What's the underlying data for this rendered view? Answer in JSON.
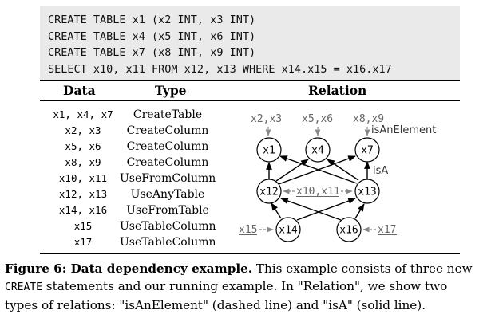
{
  "code": {
    "lines": [
      "CREATE TABLE x1 (x2 INT, x3 INT)",
      "CREATE TABLE x4 (x5 INT, x6 INT)",
      "CREATE TABLE x7 (x8 INT, x9 INT)",
      "SELECT x10, x11 FROM x12, x13 WHERE x14.x15 = x16.x17"
    ]
  },
  "table": {
    "headers": {
      "data": "Data",
      "type": "Type",
      "relation": "Relation"
    },
    "rows": [
      {
        "data": "x1, x4, x7",
        "type": "CreateTable"
      },
      {
        "data": "x2, x3",
        "type": "CreateColumn"
      },
      {
        "data": "x5, x6",
        "type": "CreateColumn"
      },
      {
        "data": "x8, x9",
        "type": "CreateColumn"
      },
      {
        "data": "x10, x11",
        "type": "UseFromColumn"
      },
      {
        "data": "x12, x13",
        "type": "UseAnyTable"
      },
      {
        "data": "x14, x16",
        "type": "UseFromTable"
      },
      {
        "data": "x15",
        "type": "UseTableColumn"
      },
      {
        "data": "x17",
        "type": "UseTableColumn"
      }
    ]
  },
  "relation": {
    "nodes": {
      "x1": "x1",
      "x4": "x4",
      "x7": "x7",
      "x12": "x12",
      "x13": "x13",
      "x14": "x14",
      "x16": "x16"
    },
    "refs": {
      "r23": "x2,x3",
      "r56": "x5,x6",
      "r89": "x8,x9",
      "r1011": "x10,x11",
      "r15": "x15",
      "r17": "x17"
    },
    "labels": {
      "isAnElement": "isAnElement",
      "isA": "isA"
    },
    "colors": {
      "dashed": "#888888",
      "solid": "#000000",
      "ref_text": "#666666"
    }
  },
  "caption": {
    "label": "Figure 6: Data dependency example.",
    "text1": " This example consists of three new ",
    "code_word": "CREATE",
    "text2": " statements and our running example. In \"Relation\", we show two types of relations: \"isAnElement\" (dashed line) and \"isA\" (solid line)."
  }
}
